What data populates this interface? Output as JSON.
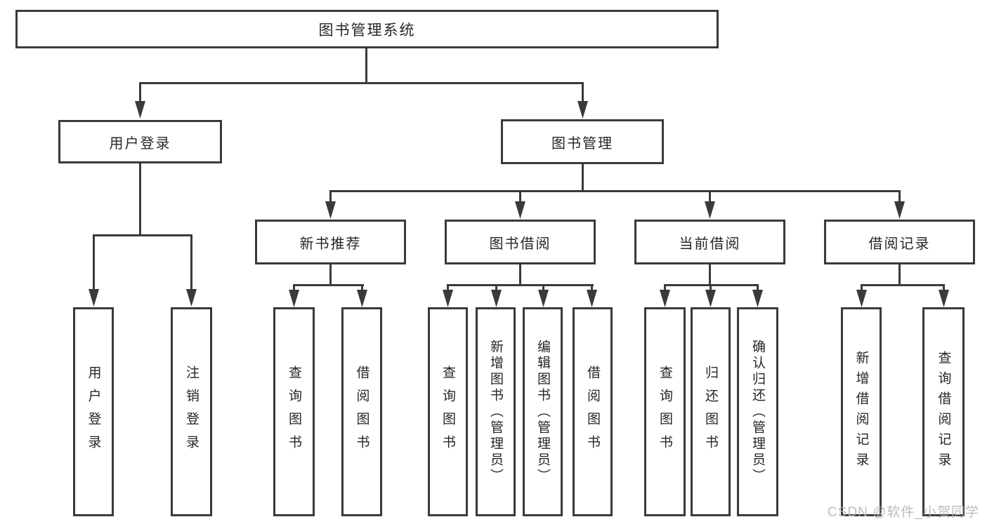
{
  "diagram": {
    "type": "tree",
    "title": "图书管理系统",
    "watermark": "CSDN @软件_小贺同学",
    "colors": {
      "line": "#3a3a3a",
      "text": "#262626",
      "background": "#ffffff",
      "watermark": "#b5b5b5"
    },
    "nodes": [
      {
        "id": "root",
        "label": "图书管理系统",
        "parent": null
      },
      {
        "id": "user-login",
        "label": "用户登录",
        "parent": "root"
      },
      {
        "id": "book-management",
        "label": "图书管理",
        "parent": "root"
      },
      {
        "id": "user-login-action",
        "label": "用户登录",
        "parent": "user-login"
      },
      {
        "id": "logout-action",
        "label": "注销登录",
        "parent": "user-login"
      },
      {
        "id": "new-book-recommend",
        "label": "新书推荐",
        "parent": "book-management"
      },
      {
        "id": "book-borrowing",
        "label": "图书借阅",
        "parent": "book-management"
      },
      {
        "id": "current-borrowing",
        "label": "当前借阅",
        "parent": "book-management"
      },
      {
        "id": "borrowing-records",
        "label": "借阅记录",
        "parent": "book-management"
      },
      {
        "id": "nbr-query",
        "label": "查询图书",
        "parent": "new-book-recommend"
      },
      {
        "id": "nbr-borrow",
        "label": "借阅图书",
        "parent": "new-book-recommend"
      },
      {
        "id": "bb-query",
        "label": "查询图书",
        "parent": "book-borrowing"
      },
      {
        "id": "bb-add",
        "label": "新增图书（管理员）",
        "parent": "book-borrowing"
      },
      {
        "id": "bb-edit",
        "label": "编辑图书（管理员）",
        "parent": "book-borrowing"
      },
      {
        "id": "bb-borrow",
        "label": "借阅图书",
        "parent": "book-borrowing"
      },
      {
        "id": "cb-query",
        "label": "查询图书",
        "parent": "current-borrowing"
      },
      {
        "id": "cb-return",
        "label": "归还图书",
        "parent": "current-borrowing"
      },
      {
        "id": "cb-confirm",
        "label": "确认归还（管理员）",
        "parent": "current-borrowing"
      },
      {
        "id": "br-add",
        "label": "新增借阅记录",
        "parent": "borrowing-records"
      },
      {
        "id": "br-query",
        "label": "查询借阅记录",
        "parent": "borrowing-records"
      }
    ]
  }
}
